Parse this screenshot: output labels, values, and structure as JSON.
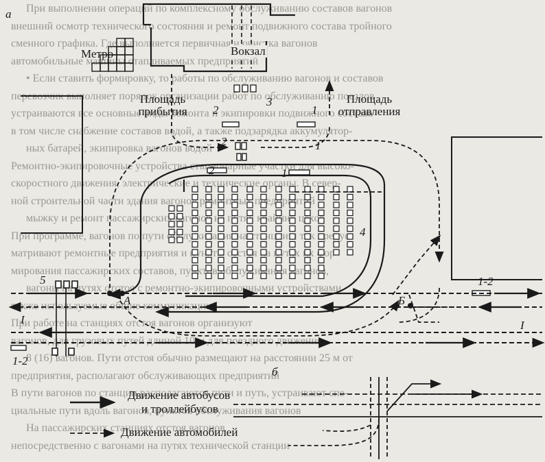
{
  "figure": {
    "panel_a": "а",
    "panel_b": "б",
    "metro": "Метро",
    "station": "Вокзал",
    "arrival_square": [
      "Площадь",
      "прибытия"
    ],
    "departure_square": [
      "Площадь",
      "отправления"
    ],
    "markers": {
      "m1_top": "1",
      "m1_mid": "1",
      "m1_low": "1",
      "m2_top": "2",
      "m2_mid": "2",
      "m2_low": "2",
      "m3": "3",
      "m4": "4",
      "m5": "5",
      "mA": "А",
      "mB": "Б",
      "track_left": "I",
      "track_right": "I",
      "m12_left": "1-2",
      "m12_right": "1-2"
    }
  },
  "legend": {
    "bus_line1": "Движение автобусов",
    "bus_line2": "и троллейбусов",
    "cars": "Движение автомобилей"
  },
  "background_text": [
    "При выполнении операций по комплексному обслуживанию составов вагонов",
    "внешний осмотр технического состояния и ремонт подвижного состава тройного",
    "сменного графика. Где выполняется первичная и очистка вагонов",
    "автомобильные машины отапливаемых предприятий",
    "• Если ставить формировку, то работы по обслуживанию вагонов и составов",
    "перевозчик выполняет порядок организации работ по обслуживанию поездов",
    "устраиваются все основные виды ремонта и экипировки подвижного состава",
    "в том числе снабжение составов водой, а также подзарядка аккумулятор-",
    "ных батарей, экипировка вагонов водой",
    "Ремонтно-экипировочные устройства стационарные участки для высоко-",
    "скоростного движения, электрические и технические органы. В север-",
    "ной строительной части здания вагонов ремонтных предприятий",
    "мыжку и ремонт пассажирских вагонов на путях крайних цехов",
    "При программе, вагонов по пути обслуживания на станции и так предус-",
    "матривают ремонтные предприятия и пункты отстоя на путях их фор-",
    "мирования пассажирских составов, пунктов обслуживания вагонов,",
    "вагоны на путях отстоя с ремонтно-экипировочными устройствами",
    "также используемые общие коммуникации",
    "При работе на станциях отстоя вагонов организуют",
    "вагонов, для грузовых путей длиной 10 м для поездного движения",
    "8 (16) вагонов. Пути отстоя обычно размещают на расстоянии 25 м от",
    "предприятия, располагают обслуживающих предприятий",
    "В пути вагонов по станции располагаются пути и путь, устраивают спе-",
    "циальные пути вдоль вагонов, пунктов обслуживания вагонов",
    "На пассажирских станциях отстоя вагонов",
    "непосредственно с вагонами на путях технической станции"
  ]
}
